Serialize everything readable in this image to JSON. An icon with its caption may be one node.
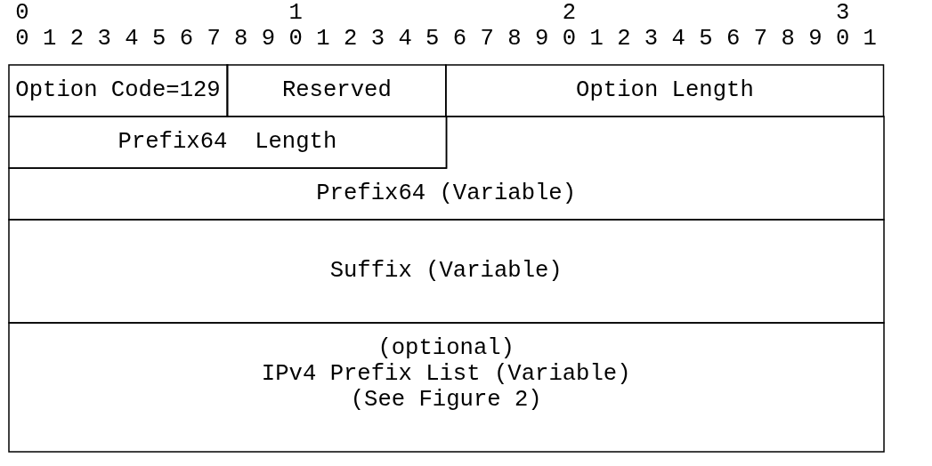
{
  "diagram": {
    "nodes": [
      {
        "text": [
          "Option Code=129"
        ]
      },
      {
        "text": [
          "Reserved"
        ]
      },
      {
        "text": [
          "Option Length"
        ]
      },
      {
        "text": [
          "Prefix64  Length"
        ]
      },
      {
        "text": [
          "Prefix64 (Variable)"
        ]
      },
      {
        "text": [
          "Suffix (Variable)"
        ]
      },
      {
        "text": [
          "(optional)",
          "IPv4 Prefix List (Variable)",
          "(See Figure 2)"
        ]
      }
    ],
    "edges": [],
    "labels": [
      "0",
      "1",
      "2",
      "3",
      "0 1 2 3 4 5 6 7 8 9 0 1 2 3 4 5 6 7 8 9 0 1 2 3 4 5 6 7 8 9 0 1"
    ]
  }
}
